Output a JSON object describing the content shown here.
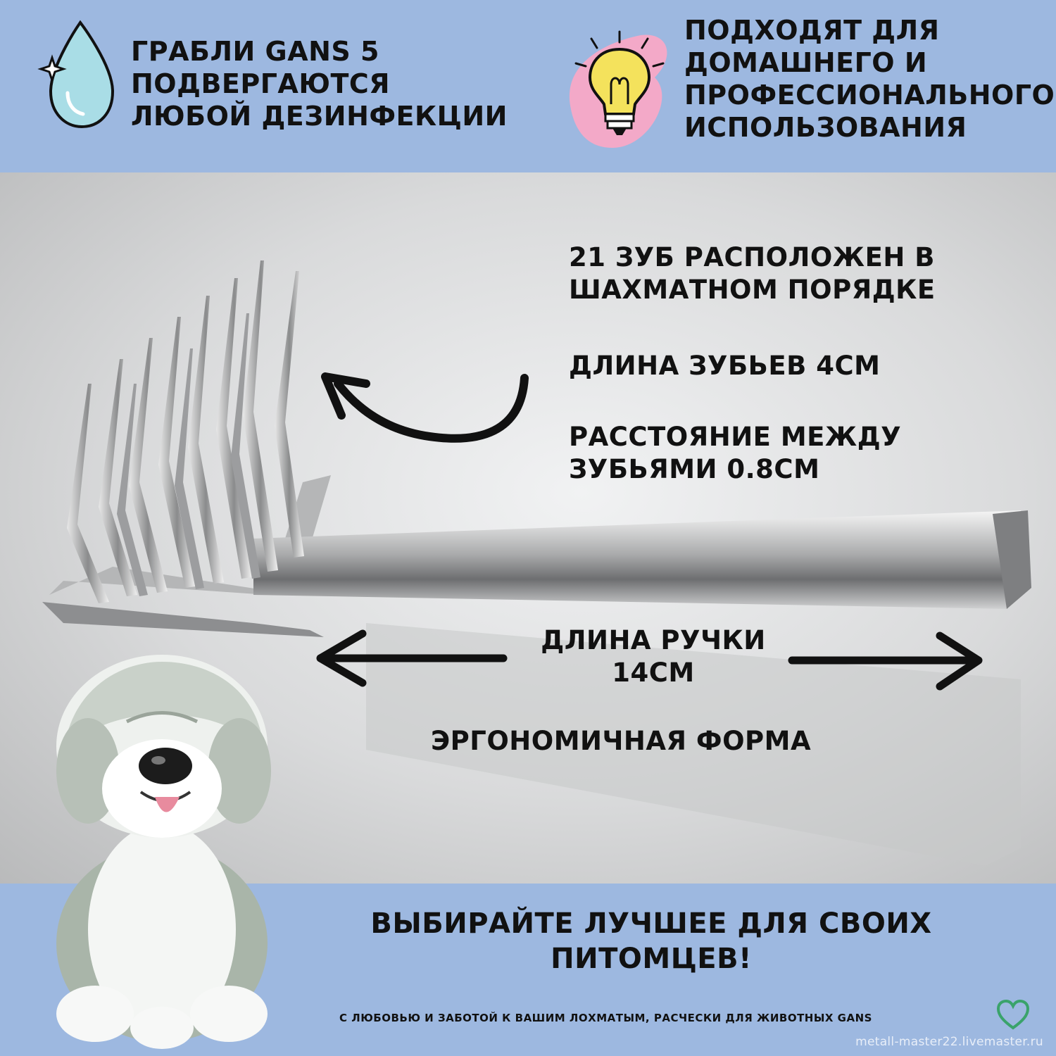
{
  "header": {
    "left_text": [
      "ГРАБЛИ GANS 5",
      "ПОДВЕРГАЮТСЯ",
      "ЛЮБОЙ ДЕЗИНФЕКЦИИ"
    ],
    "right_text": [
      "ПОДХОДЯТ ДЛЯ",
      "ДОМАШНЕГО И",
      "ПРОФЕССИОНАЛЬНОГО",
      "ИСПОЛЬЗОВАНИЯ"
    ],
    "left_icon": "water-drop-icon",
    "right_icon": "lightbulb-icon"
  },
  "specs": {
    "teeth": [
      "21 ЗУБ РАСПОЛОЖЕН В",
      "ШАХМАТНОМ ПОРЯДКЕ"
    ],
    "tooth_length": "ДЛИНА ЗУБЬЕВ 4СМ",
    "spacing": [
      "РАССТОЯНИЕ МЕЖДУ",
      "ЗУБЬЯМИ 0.8СМ"
    ],
    "handle_length": [
      "ДЛИНА РУЧКИ",
      "14СМ"
    ],
    "ergonomic": "ЭРГОНОМИЧНАЯ ФОРМА"
  },
  "footer": {
    "headline": [
      "ВЫБИРАЙТЕ ЛУЧШЕЕ ДЛЯ СВОИХ",
      "ПИТОМЦЕВ!"
    ],
    "tagline": "С ЛЮБОВЬЮ И ЗАБОТОЙ К ВАШИМ ЛОХМАТЫМ, РАСЧЕСКИ ДЛЯ ЖИВОТНЫХ GANS",
    "watermark": "metall-master22.livemaster.ru"
  },
  "colors": {
    "band": "#9db8e0",
    "text": "#111111",
    "heart": "#3aa36b",
    "drop": "#a9dde6",
    "bulb": "#f4e25c",
    "blob": "#f3a9c8"
  }
}
